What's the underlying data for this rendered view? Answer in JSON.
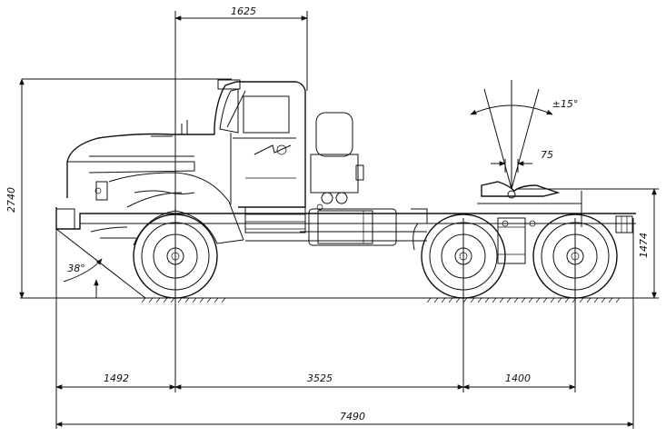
{
  "drawing": {
    "dimensions": {
      "cab_width": "1625",
      "overall_height": "2740",
      "front_overhang": "1492",
      "wheelbase_front_to_mid": "3525",
      "rear_axle_spacing": "1400",
      "overall_length": "7490",
      "fifth_wheel_height": "1474",
      "fifth_wheel_offset": "75",
      "tilt_angle": "±15°",
      "approach_angle": "38°"
    }
  }
}
